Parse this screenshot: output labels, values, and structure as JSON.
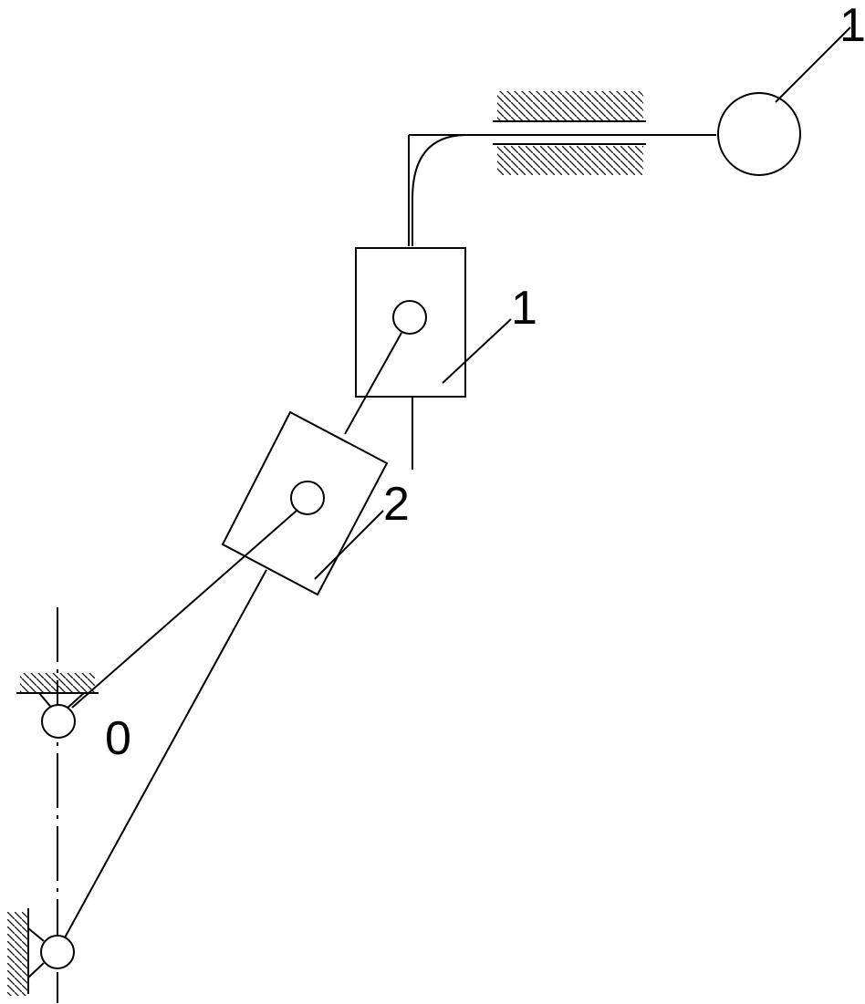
{
  "labels": {
    "top_right": "1",
    "slider": "1",
    "link_block": "2",
    "pivot": "0"
  },
  "colors": {
    "line": "#000000",
    "background": "#ffffff"
  }
}
